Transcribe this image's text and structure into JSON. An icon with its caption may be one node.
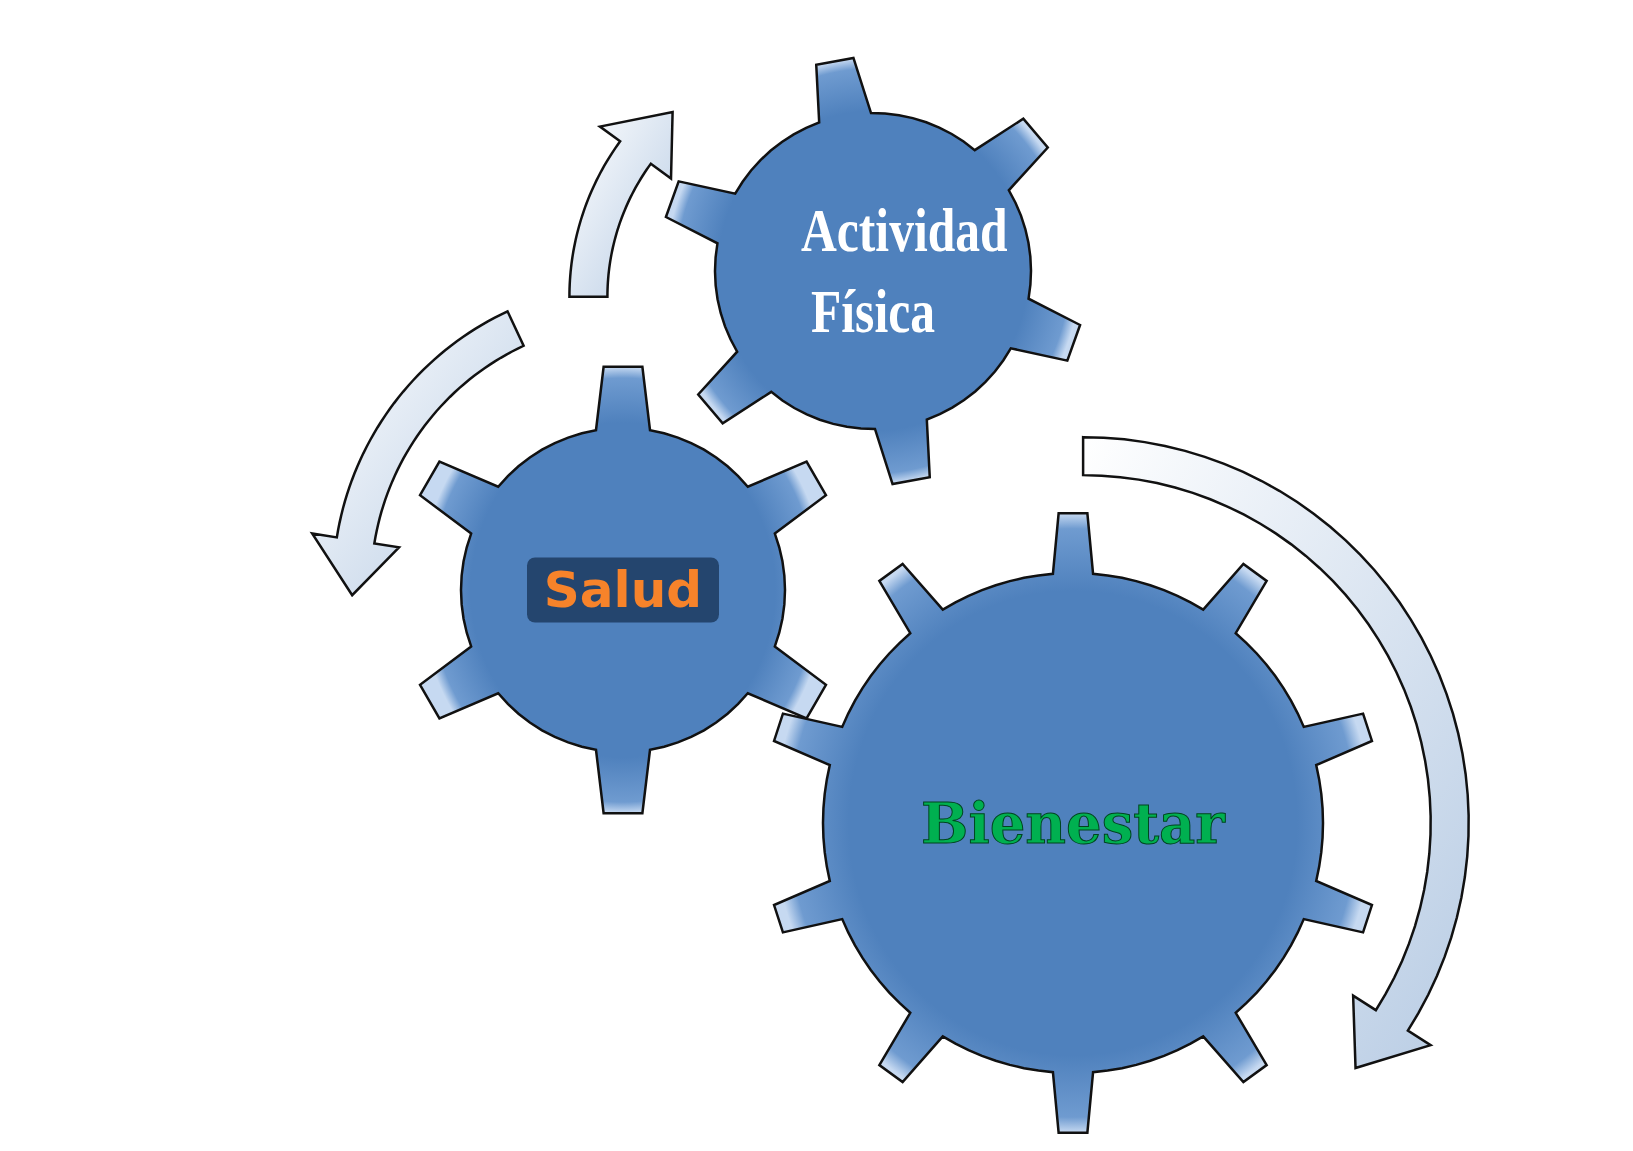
{
  "diagram": {
    "nodes": [
      {
        "text": [
          "Actividad Física"
        ]
      },
      {
        "text": [
          "Salud"
        ]
      },
      {
        "text": [
          "Bienestar"
        ]
      }
    ]
  }
}
